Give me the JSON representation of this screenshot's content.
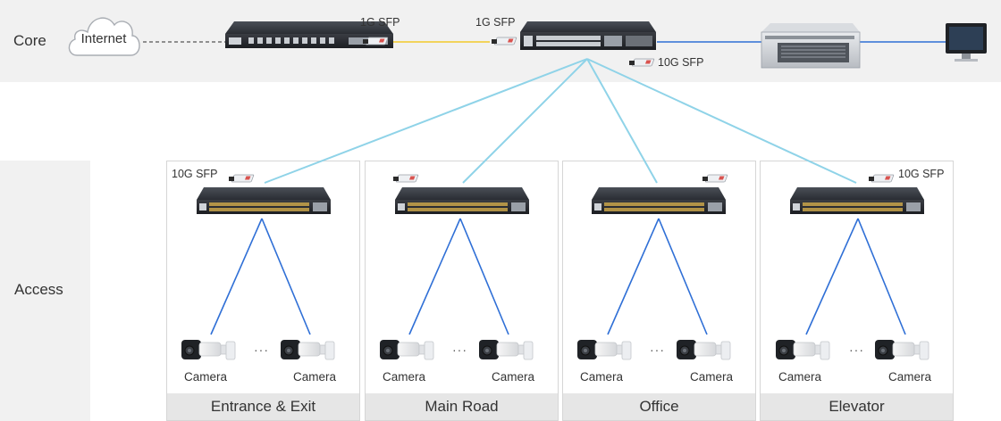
{
  "core": {
    "tier_label": "Core",
    "internet_label": "Internet",
    "sfp_left_label": "1G SFP",
    "sfp_right_label": "1G SFP",
    "sfp_10g_label": "10G SFP"
  },
  "access": {
    "tier_label": "Access",
    "zones": [
      {
        "name": "Entrance & Exit",
        "sfp_label": "10G SFP",
        "camera_left": "Camera",
        "camera_right": "Camera",
        "ellipsis": "···"
      },
      {
        "name": "Main Road",
        "sfp_label": "",
        "camera_left": "Camera",
        "camera_right": "Camera",
        "ellipsis": "···"
      },
      {
        "name": "Office",
        "sfp_label": "",
        "camera_left": "Camera",
        "camera_right": "Camera",
        "ellipsis": "···"
      },
      {
        "name": "Elevator",
        "sfp_label": "10G SFP",
        "camera_left": "Camera",
        "camera_right": "Camera",
        "ellipsis": "···"
      }
    ]
  },
  "colors": {
    "fiber_1g": "#f2d45c",
    "uplink_10g": "#8fd3e8",
    "copper": "#2f6fd6",
    "band_bg": "#f1f1f1",
    "zone_label_bg": "#e6e6e6"
  }
}
